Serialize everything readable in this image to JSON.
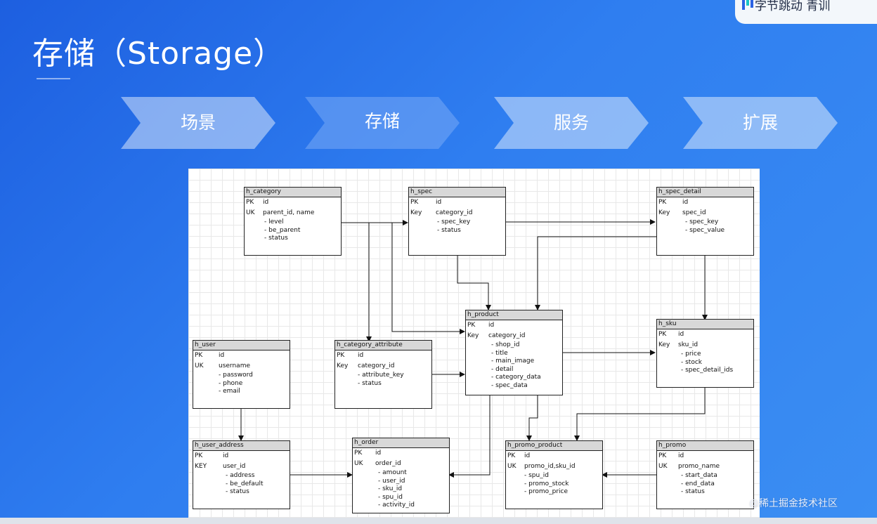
{
  "slide": {
    "title": "存储（Storage）"
  },
  "brand": {
    "logo_text": "字节跳动  青训"
  },
  "steps": [
    {
      "label": "场景",
      "active": false
    },
    {
      "label": "存储",
      "active": true
    },
    {
      "label": "服务",
      "active": false
    },
    {
      "label": "扩展",
      "active": false
    }
  ],
  "tables": {
    "h_category": {
      "name": "h_category",
      "keys": [
        [
          "PK",
          "id"
        ],
        [
          "UK",
          "parent_id, name"
        ]
      ],
      "fields": [
        "- level",
        "- be_parent",
        "- status"
      ]
    },
    "h_spec": {
      "name": "h_spec",
      "keys": [
        [
          "PK",
          "id"
        ],
        [
          "Key",
          "category_id"
        ]
      ],
      "fields": [
        "- spec_key",
        "- status"
      ]
    },
    "h_spec_detail": {
      "name": "h_spec_detail",
      "keys": [
        [
          "PK",
          "id"
        ],
        [
          "Key",
          "spec_id"
        ]
      ],
      "fields": [
        "- spec_key",
        "- spec_value"
      ]
    },
    "h_product": {
      "name": "h_product",
      "keys": [
        [
          "PK",
          "id"
        ],
        [
          "Key",
          "category_id"
        ]
      ],
      "fields": [
        "- shop_id",
        "- title",
        "- main_image",
        "- detail",
        "- category_data",
        "- spec_data"
      ]
    },
    "h_sku": {
      "name": "h_sku",
      "keys": [
        [
          "PK",
          "id"
        ],
        [
          "Key",
          "sku_id"
        ]
      ],
      "fields": [
        "- price",
        "- stock",
        "- spec_detail_ids"
      ]
    },
    "h_user": {
      "name": "h_user",
      "keys": [
        [
          "PK",
          "id"
        ],
        [
          "UK",
          "username"
        ]
      ],
      "fields": [
        "- password",
        "- phone",
        "- email"
      ]
    },
    "h_category_attribute": {
      "name": "h_category_attribute",
      "keys": [
        [
          "PK",
          "id"
        ],
        [
          "Key",
          "category_id"
        ]
      ],
      "fields": [
        "- attribute_key",
        "- status"
      ]
    },
    "h_user_address": {
      "name": "h_user_address",
      "keys": [
        [
          "PK",
          "id"
        ],
        [
          "KEY",
          "user_id"
        ]
      ],
      "fields": [
        "- address",
        "- be_default",
        "- status"
      ]
    },
    "h_order": {
      "name": "h_order",
      "keys": [
        [
          "PK",
          "id"
        ],
        [
          "UK",
          "order_id"
        ]
      ],
      "fields": [
        "- amount",
        "- user_id",
        "- sku_id",
        "- spu_id",
        "- activity_id"
      ]
    },
    "h_promo_product": {
      "name": "h_promo_product",
      "keys": [
        [
          "PK",
          "id"
        ],
        [
          "UK",
          "promo_id,sku_id"
        ]
      ],
      "fields": [
        "- spu_id",
        "- promo_stock",
        "- promo_price"
      ]
    },
    "h_promo": {
      "name": "h_promo",
      "keys": [
        [
          "PK",
          "id"
        ],
        [
          "UK",
          "promo_name"
        ]
      ],
      "fields": [
        "- start_data",
        "- end_data",
        "- status"
      ]
    }
  },
  "credit": "@稀土掘金技术社区"
}
